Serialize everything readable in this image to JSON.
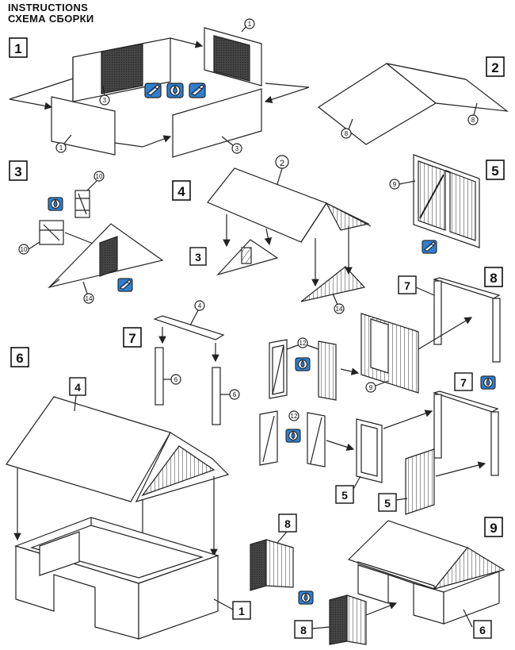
{
  "header": {
    "title_en": "INSTRUCTIONS",
    "title_ru": "СХЕМА СБОРКИ"
  },
  "steps": [
    "1",
    "2",
    "3",
    "4",
    "5",
    "6",
    "7",
    "8",
    "9"
  ],
  "part_labels": {
    "p1": "1",
    "p2": "2",
    "p3": "3",
    "p4": "4",
    "p5": "5",
    "p6": "6",
    "p7": "7",
    "p8": "8",
    "p9": "9",
    "p10": "10",
    "p12": "12",
    "p14": "14"
  },
  "icons": {
    "glue": "glue-tube-icon",
    "paint": "paint-droplets-icon"
  },
  "colors": {
    "line": "#222222",
    "panel_fill": "#ffffff",
    "door_fill": "#3a3a3a",
    "icon_blue": "#2f7fd0"
  }
}
